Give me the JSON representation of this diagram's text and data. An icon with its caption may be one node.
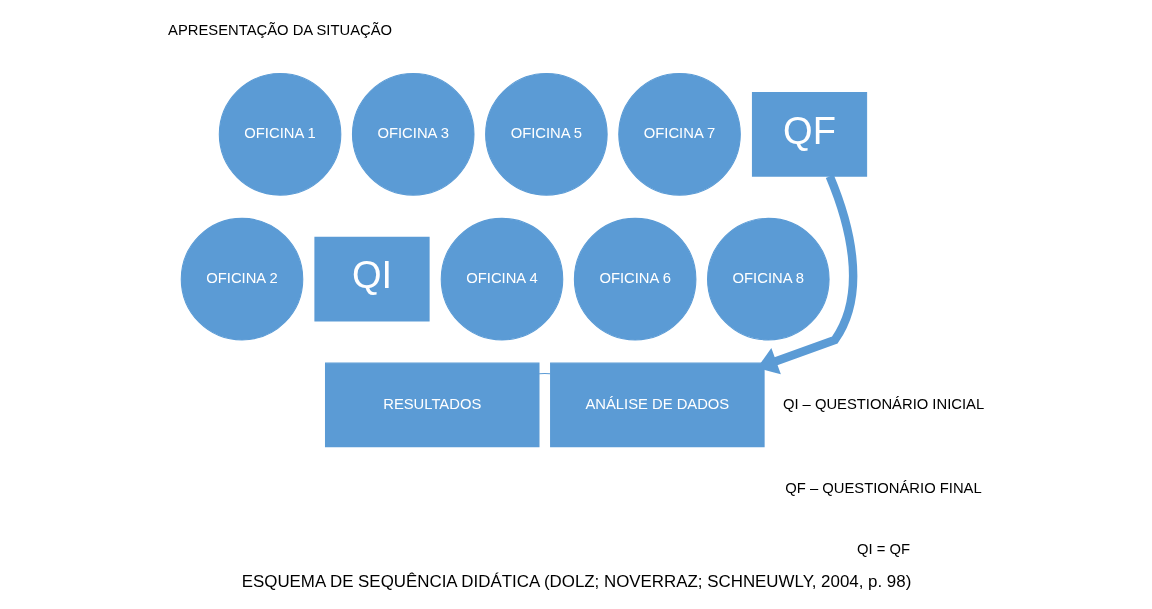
{
  "diagram": {
    "caption": "ESQUEMA DE SEQUÊNCIA DIDÁTICA (DOLZ; NOVERRAZ; SCHNEUWLY, 2004, p. 98)",
    "nodes": [
      {
        "text": [
          "OFICINA 1"
        ]
      },
      {
        "text": [
          "OFICINA 3"
        ]
      },
      {
        "text": [
          "OFICINA 5"
        ]
      },
      {
        "text": [
          "OFICINA 7"
        ]
      },
      {
        "text": [
          "QF"
        ]
      },
      {
        "text": [
          "QI"
        ]
      },
      {
        "text": [
          "OFICINA 2"
        ]
      },
      {
        "text": [
          "OFICINA 4"
        ]
      },
      {
        "text": [
          "OFICINA 6"
        ]
      },
      {
        "text": [
          "OFICINA 8"
        ]
      },
      {
        "text": [
          "RESULTADOS"
        ]
      },
      {
        "text": [
          "ANÁLISE DE DADOS"
        ]
      }
    ],
    "edges": [
      {
        "from": 4,
        "to": 11,
        "arrow": "to",
        "style": "thick"
      },
      {
        "from": 10,
        "to": 11,
        "arrow": "none"
      }
    ],
    "labels": [
      "APRESENTAÇÃO DA SITUAÇÃO",
      "QI – QUESTIONÁRIO INICIAL",
      "QF – QUESTIONÁRIO FINAL",
      "QI = QF"
    ]
  }
}
